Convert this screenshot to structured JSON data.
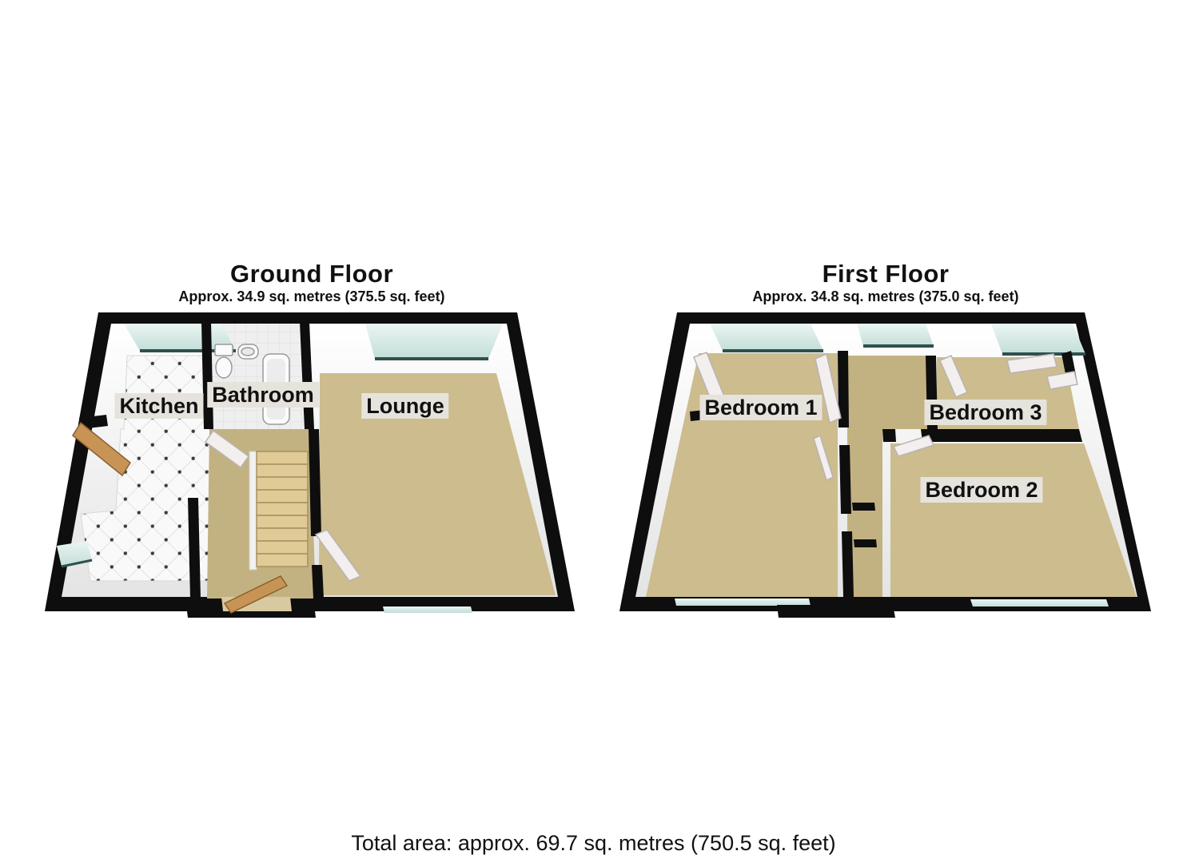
{
  "page": {
    "background": "#ffffff"
  },
  "floors": [
    {
      "title": "Ground Floor",
      "subtitle": "Approx. 34.9 sq. metres (375.5 sq. feet)",
      "rooms": [
        {
          "label": "Kitchen"
        },
        {
          "label": "Bathroom"
        },
        {
          "label": "Lounge"
        }
      ]
    },
    {
      "title": "First Floor",
      "subtitle": "Approx. 34.8 sq. metres (375.0 sq. feet)",
      "rooms": [
        {
          "label": "Bedroom 1"
        },
        {
          "label": "Bedroom 3"
        },
        {
          "label": "Bedroom 2"
        }
      ]
    }
  ],
  "total_area": "Total area: approx. 69.7 sq. metres (750.5 sq. feet)",
  "colors": {
    "page": "#ffffff",
    "wall": "#0e0e0e",
    "carpet": "#ccbc8e",
    "carpet_dark": "#c3b281",
    "tile": "#f9f9f9",
    "bath_floor": "#efefef",
    "glass": "#d9ece9",
    "glass_dark": "#30504c",
    "wood": "#c79455",
    "leaf": "#f2efee",
    "label_bg": "#e5e3dc",
    "text": "#111111"
  }
}
